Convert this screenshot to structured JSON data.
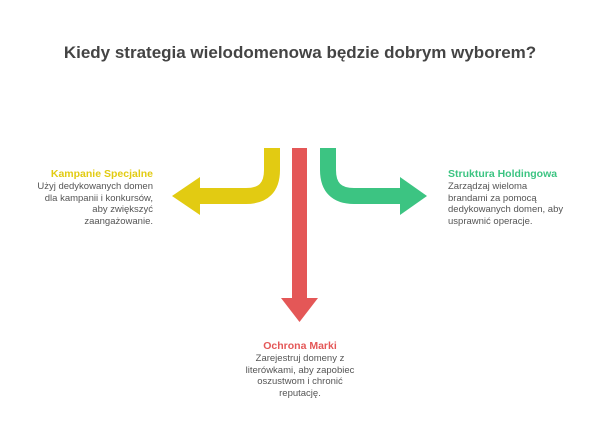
{
  "title": "Kiedy strategia wielodomenowa będzie dobrym wyborem?",
  "colors": {
    "yellow": "#E2CB12",
    "green": "#3CC482",
    "red": "#E45757"
  },
  "branches": {
    "left": {
      "heading": "Kampanie Specjalne",
      "lines": [
        "Użyj dedykowanych domen",
        "dla kampanii i konkursów,",
        "aby zwiększyć",
        "zaangażowanie."
      ]
    },
    "right": {
      "heading": "Struktura Holdingowa",
      "lines": [
        "Zarządzaj wieloma",
        "brandami za pomocą",
        "dedykowanych domen, aby",
        "usprawnić operacje."
      ]
    },
    "bottom": {
      "heading": "Ochrona Marki",
      "lines": [
        "Zarejestruj domeny z",
        "literówkami, aby zapobiec",
        "oszustwom i chronić",
        "reputację."
      ]
    }
  }
}
